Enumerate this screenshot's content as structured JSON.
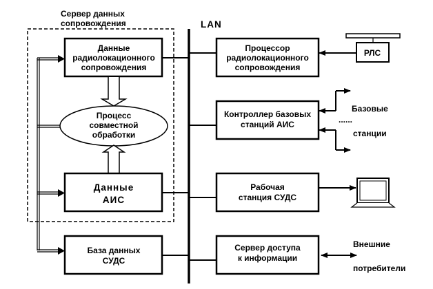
{
  "diagram": {
    "server_group_title": [
      "Сервер данных",
      "сопровождения"
    ],
    "bus_label": "LAN",
    "left_blocks": {
      "radar_data": [
        "Данные",
        "радиолокационного",
        "сопровождения"
      ],
      "fusion_process": [
        "Процесс",
        "совместной",
        "обработки"
      ],
      "ais_data": [
        "Данные",
        "АИС"
      ],
      "vts_database": [
        "База данных",
        "СУДС"
      ]
    },
    "right_blocks": {
      "radar_processor": [
        "Процессор",
        "радиолокационного",
        "сопровождения"
      ],
      "ais_controller": [
        "Контроллер базовых",
        "станций АИС"
      ],
      "workstation": [
        "Рабочая",
        "станция   СУДС"
      ],
      "access_server": [
        "Сервер доступа",
        "к информации"
      ]
    },
    "external": {
      "radar": "РЛС",
      "base_stations": [
        "Базовые",
        "станции"
      ],
      "ellipsis": "......",
      "consumers": [
        "Внешние",
        "потребители"
      ]
    }
  }
}
